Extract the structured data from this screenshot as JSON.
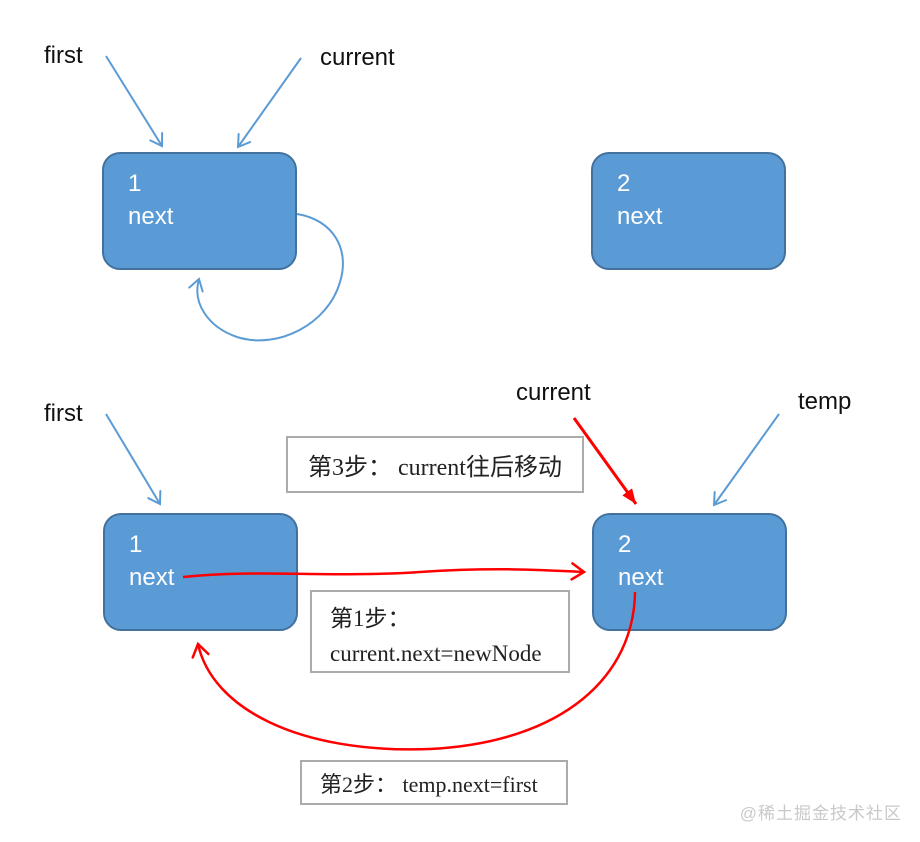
{
  "diagram_title": "circular linked list insert steps",
  "top_section": {
    "labels": {
      "first": "first",
      "current": "current"
    },
    "node1": {
      "value": "1",
      "field": "next"
    },
    "node2": {
      "value": "2",
      "field": "next"
    }
  },
  "bottom_section": {
    "labels": {
      "first": "first",
      "current": "current",
      "temp": "temp"
    },
    "node1": {
      "value": "1",
      "field": "next"
    },
    "node2": {
      "value": "2",
      "field": "next"
    },
    "steps": {
      "step3": "第3步： current往后移动",
      "step1_line1": "第1步：",
      "step1_line2": "current.next=newNode",
      "step2": "第2步： temp.next=first"
    }
  },
  "watermark": {
    "text": "@稀土掘金技术社区"
  },
  "colors": {
    "node_fill": "#5b9bd5",
    "node_border": "#41719c",
    "blue_arrow": "#5b9bd5",
    "red_arrow": "#ff0000",
    "step_box_border": "#ababab",
    "label_text": "#111111",
    "node_text": "#ffffff",
    "watermark_text": "#c9c9c9"
  }
}
